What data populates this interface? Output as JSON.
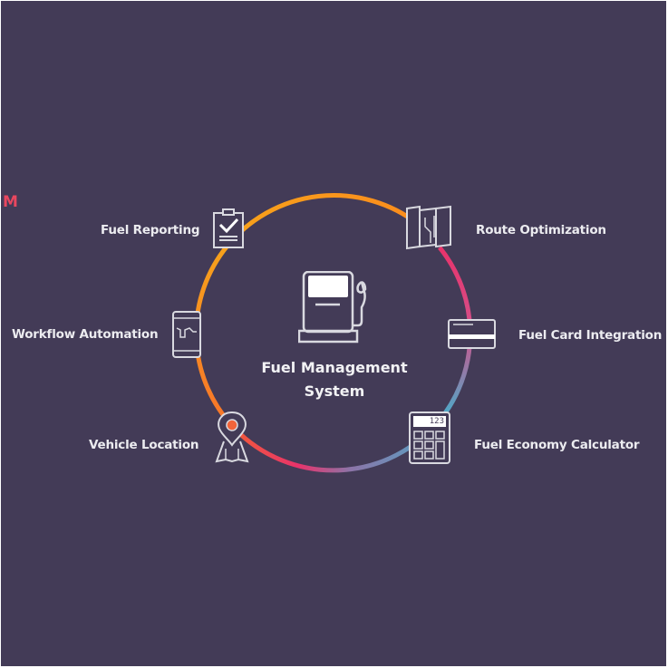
{
  "partial_heading_letter": "M",
  "center": {
    "title_line1": "Fuel Management",
    "title_line2": "System",
    "icon": "fuel-pump-icon"
  },
  "features": [
    {
      "label": "Fuel Reporting",
      "icon": "clipboard-check-icon"
    },
    {
      "label": "Route Optimization",
      "icon": "folded-map-route-icon"
    },
    {
      "label": "Workflow Automation",
      "icon": "smartphone-workflow-icon"
    },
    {
      "label": "Fuel Card Integration",
      "icon": "credit-card-icon"
    },
    {
      "label": "Vehicle Location",
      "icon": "map-pin-icon"
    },
    {
      "label": "Fuel Economy Calculator",
      "icon": "calculator-icon"
    }
  ],
  "calculator_display": "123",
  "colors": {
    "background": "#433b57",
    "ring_orange": "#f7a21b",
    "ring_pink": "#e8336b",
    "ring_blue": "#4fa8c7",
    "accent_red": "#e8475f",
    "icon_stroke": "#d9d9e0"
  }
}
